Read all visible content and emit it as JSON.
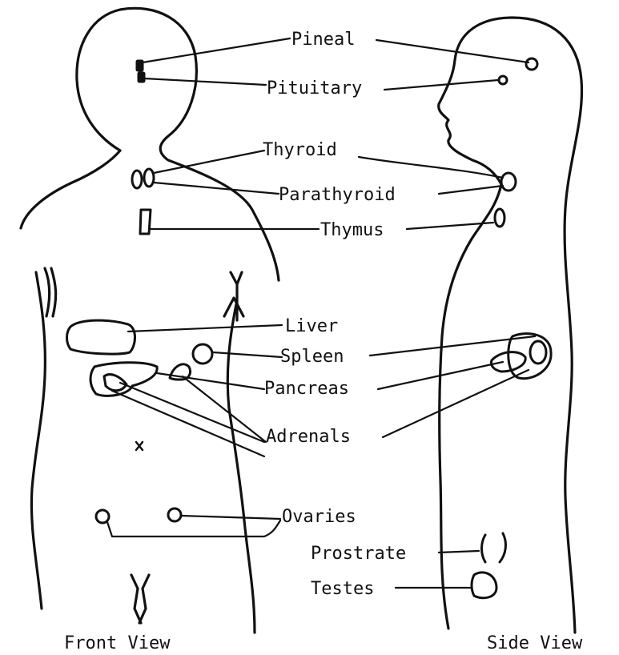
{
  "labels": {
    "pineal": "Pineal",
    "pituitary": "Pituitary",
    "thyroid": "Thyroid",
    "parathyroid": "Parathyroid",
    "thymus": "Thymus",
    "liver": "Liver",
    "spleen": "Spleen",
    "pancreas": "Pancreas",
    "adrenals": "Adrenals",
    "ovaries": "Ovaries",
    "prostrate": "Prostrate",
    "testes": "Testes"
  },
  "captions": {
    "front": "Front View",
    "side": "Side View"
  }
}
